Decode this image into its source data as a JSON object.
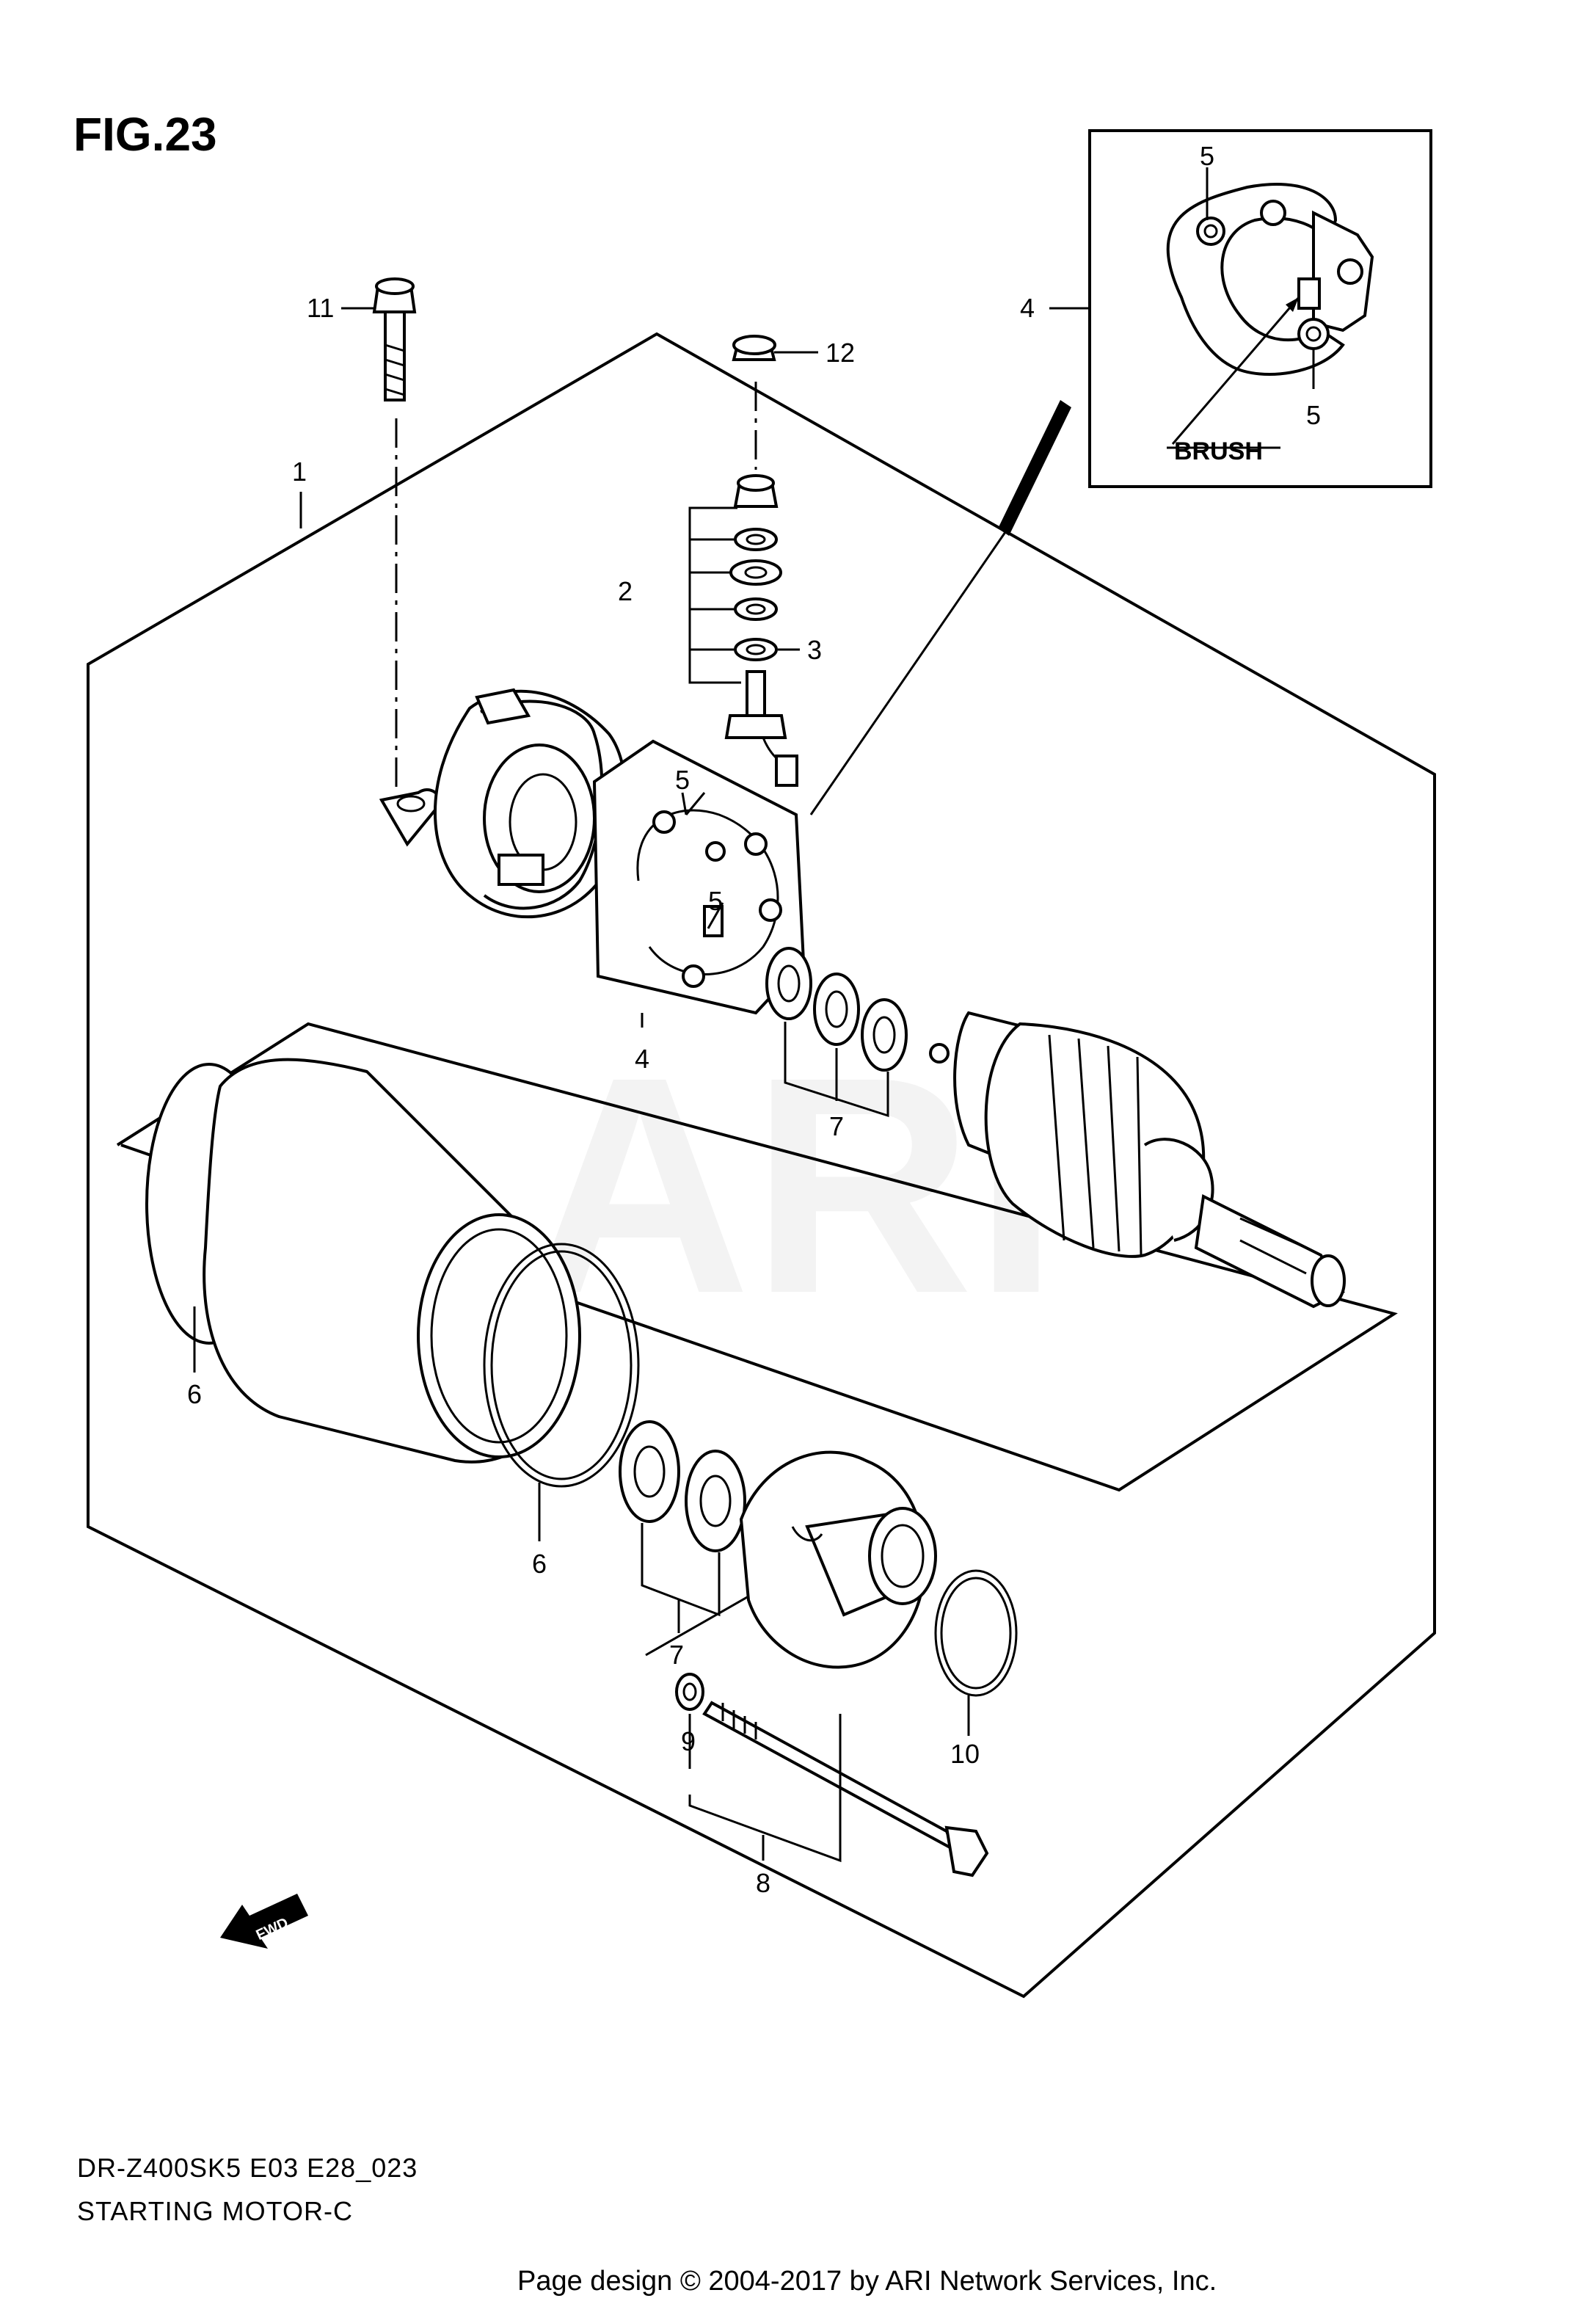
{
  "figure": {
    "title": "FIG.23",
    "model_code": "DR-Z400SK5 E03 E28_023",
    "section_name": "STARTING MOTOR-C",
    "watermark": "ARI"
  },
  "footer": {
    "copyright": "Page design © 2004-2017 by ARI Network Services, Inc."
  },
  "detail_inset": {
    "label": "BRUSH"
  },
  "direction_indicator": {
    "label": "FWD"
  },
  "callouts": {
    "c1": "1",
    "c2": "2",
    "c3": "3",
    "c4_inset": "4",
    "c4_main": "4",
    "c5_inset_top": "5",
    "c5_inset_bottom": "5",
    "c5_main_top": "5",
    "c5_main_mid": "5",
    "c6_left": "6",
    "c6_mid": "6",
    "c7_upper": "7",
    "c7_lower": "7",
    "c8": "8",
    "c9": "9",
    "c10": "10",
    "c11": "11",
    "c12": "12"
  }
}
